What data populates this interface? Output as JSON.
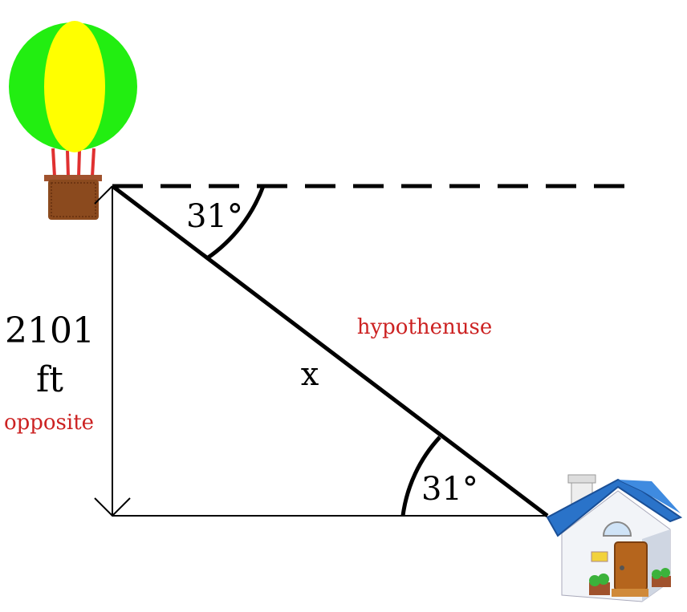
{
  "labels": {
    "top_angle": "31°",
    "bottom_angle": "31°",
    "opposite_value": "2101",
    "opposite_unit": "ft",
    "opposite_label": "opposite",
    "hypotenuse_label": "hypothenuse",
    "hypotenuse_variable": "x"
  },
  "colors": {
    "label_red": "#cc2222",
    "balloon_green": "#22ee11",
    "balloon_yellow": "#ffff00",
    "basket_brown": "#8b4a1e",
    "roof_blue": "#2a73c9"
  },
  "icons": [
    "hot-air-balloon-icon",
    "house-icon"
  ]
}
